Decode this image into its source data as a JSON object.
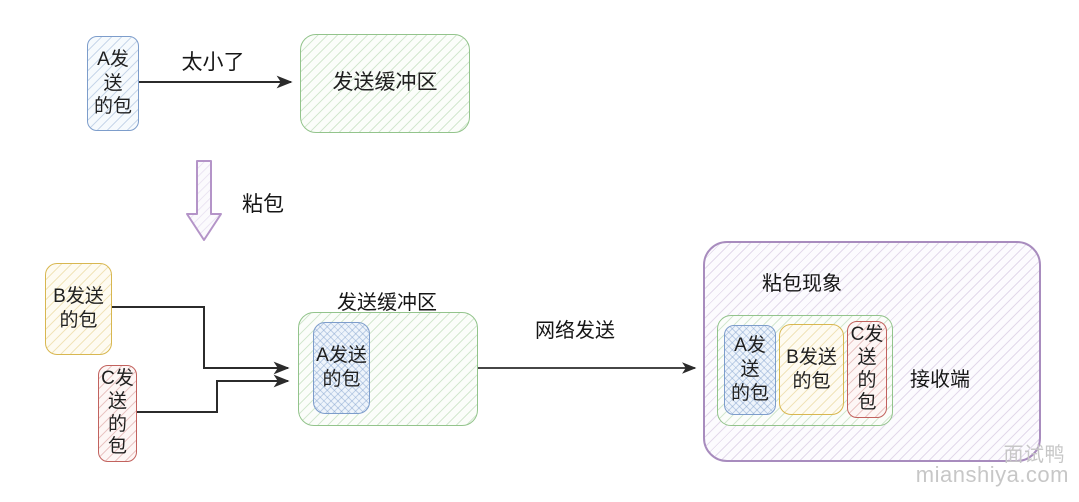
{
  "colors": {
    "blue_border": "#7d9dcb",
    "green_border": "#93c48c",
    "yellow_border": "#d8b750",
    "red_border": "#c2625e",
    "purple_border": "#a88cbe",
    "connector": "#2b2b2b",
    "watermark": "#c7c7c7"
  },
  "top_flow": {
    "packet_a": "A发送\n的包",
    "arrow_label": "太小了",
    "send_buffer": "发送缓冲区"
  },
  "transition": {
    "label": "粘包"
  },
  "bottom_flow": {
    "packet_b": "B发送\n的包",
    "packet_c": "C发\n送\n的\n包",
    "send_buffer_title": "发送缓冲区",
    "buffered_packet_a": "A发送\n的包",
    "network_arrow_label": "网络发送",
    "receiver": {
      "title": "粘包现象",
      "packet_a": "A发送\n的包",
      "packet_b": "B发送\n的包",
      "packet_c": "C发\n送\n的\n包",
      "endpoint_label": "接收端"
    }
  },
  "watermark": {
    "brand": "面试鸭",
    "site": "mianshiya.com"
  }
}
